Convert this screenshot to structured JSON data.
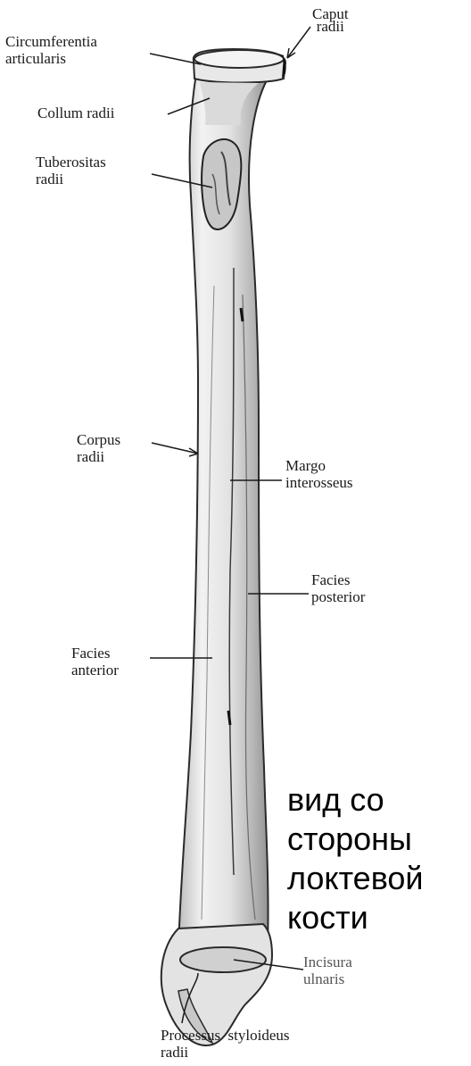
{
  "labels": {
    "caput": [
      "Caput",
      "radii"
    ],
    "circumferentia": [
      "Circumferentia",
      "articularis"
    ],
    "collum": [
      "Collum radii"
    ],
    "tuberositas": [
      "Tuberositas",
      "radii"
    ],
    "corpus": [
      "Corpus",
      "radii"
    ],
    "margo": [
      "Margo",
      "interosseus"
    ],
    "facies_posterior": [
      "Facies",
      "posterior"
    ],
    "facies_anterior": [
      "Facies",
      "anterior"
    ],
    "incisura": [
      "Incisura",
      "ulnaris"
    ],
    "processus": [
      "Processus  styloideus",
      "radii"
    ]
  },
  "note": [
    "вид со",
    "стороны",
    "локтевой",
    "кости"
  ],
  "colors": {
    "bone_fill": "#ededed",
    "bone_shade": "#9a9a9a",
    "line": "#1a1a1a",
    "text": "#1a1a1a"
  }
}
